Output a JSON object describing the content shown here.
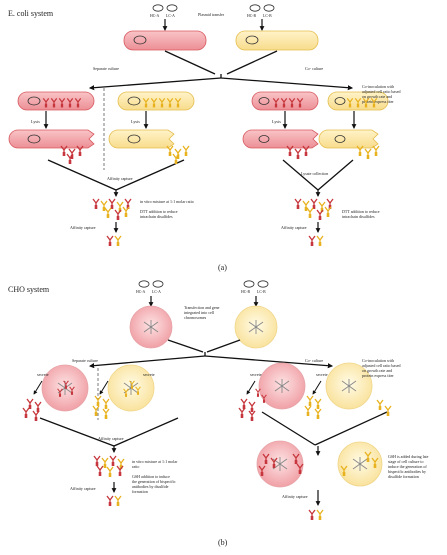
{
  "panel_a": {
    "system_title": "E. coli system",
    "plasmids": [
      "HC-A",
      "LC-A",
      "HC-B",
      "LC-B"
    ],
    "plasmid_transfer": "Plasmid transfer",
    "separate_culture": "Separate culture",
    "co_culture": "Co- culture",
    "co_inoculation": [
      "Co-inoculation with",
      "adjusted cell ratio based",
      "on growth rate and",
      "protein express titer"
    ],
    "lysis": "Lysis",
    "lysate_collection": "Lysate collection",
    "affinity_capture": "Affinity capture",
    "mixture": [
      "in vitro mixture at 1:1 molar ratio"
    ],
    "dtt": [
      "DTT addition to reduce",
      "intrachain disulfides"
    ],
    "panel_label": "(a)"
  },
  "panel_b": {
    "system_title": "CHO system",
    "plasmids": [
      "HC-A",
      "LC-A",
      "HC-B",
      "LC-B"
    ],
    "transfection": [
      "Transfection and gene",
      "integrated into cell",
      "chromosomes"
    ],
    "separate_culture": "Separate culture",
    "co_culture": "Co- culture",
    "co_inoculation": [
      "Co-inoculation with",
      "adjusted cell ratio based",
      "on growth rate and",
      "protein express titer"
    ],
    "secrete": "secrete",
    "affinity_capture": "Affinity capture",
    "mixture": [
      "in vitro mixture at 1:1 molar",
      "ratio"
    ],
    "gsh_separate": [
      "GSH addition to induce",
      "the generation of bispecific",
      "antibodies by disulfide",
      "formation"
    ],
    "gsh_co": [
      "GSH is added during late",
      "stage of cell culture to",
      "induce the generation of",
      "bispecific antibodies by",
      "disulfide formation"
    ],
    "panel_label": "(b)"
  },
  "colors": {
    "red_cell": "#f2a0a4",
    "red_cell_edge": "#d7585f",
    "yellow_cell": "#fbe6a0",
    "yellow_cell_edge": "#e5bd4c",
    "antibody_red": "#c6363c",
    "antibody_yellow": "#e8b21e"
  }
}
